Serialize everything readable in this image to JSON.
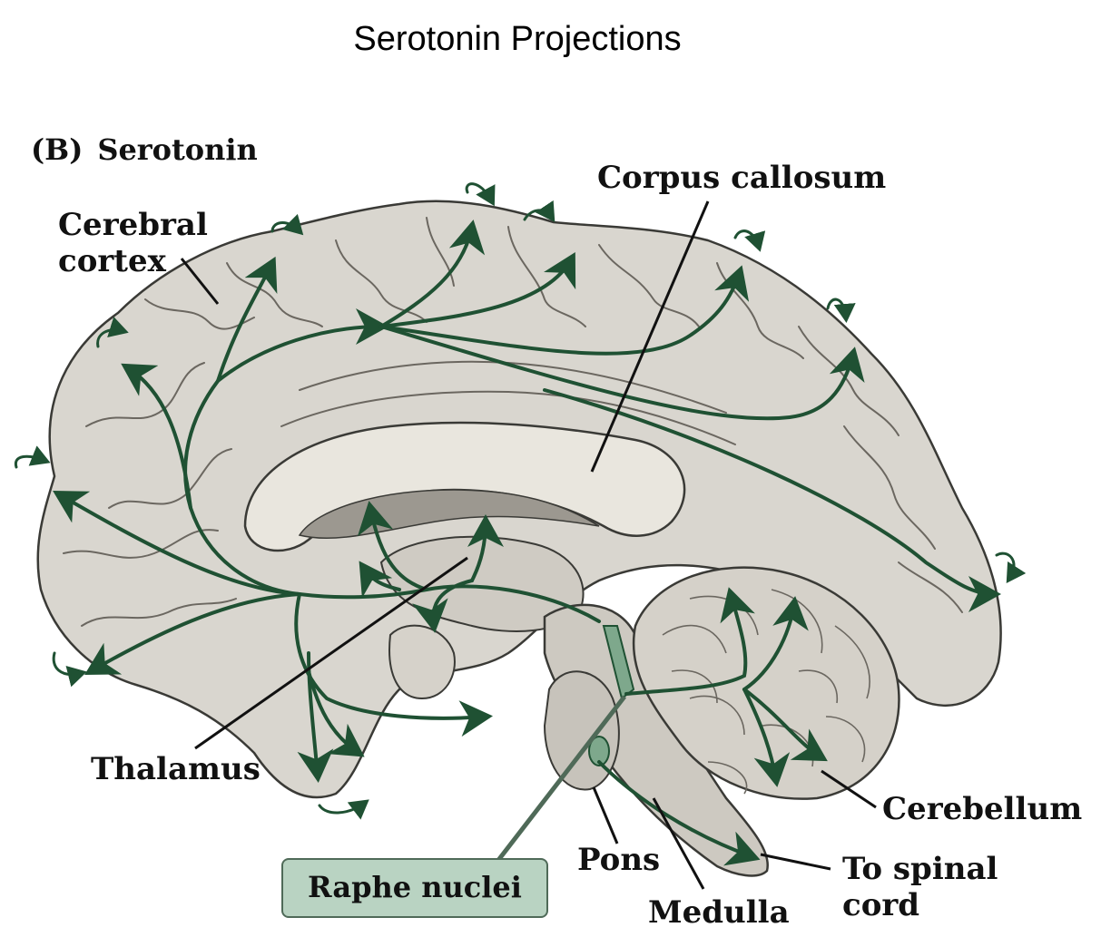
{
  "title": "Serotonin Projections",
  "panel": {
    "letter": "(B)",
    "name": "Serotonin"
  },
  "labels": {
    "cerebral_cortex": [
      "Cerebral",
      "cortex"
    ],
    "corpus_callosum": "Corpus callosum",
    "thalamus": "Thalamus",
    "raphe_nuclei": "Raphe nuclei",
    "cerebellum": "Cerebellum",
    "pons": "Pons",
    "medulla": "Medulla",
    "to_spinal_cord": [
      "To spinal",
      "cord"
    ]
  },
  "colors": {
    "pathway": "#1f5133",
    "brain_fill": "#d9d6cf",
    "brain_outline": "#3a3a36",
    "raphe_fill": "#7ea88c",
    "label_box": "#b9d3c2"
  }
}
